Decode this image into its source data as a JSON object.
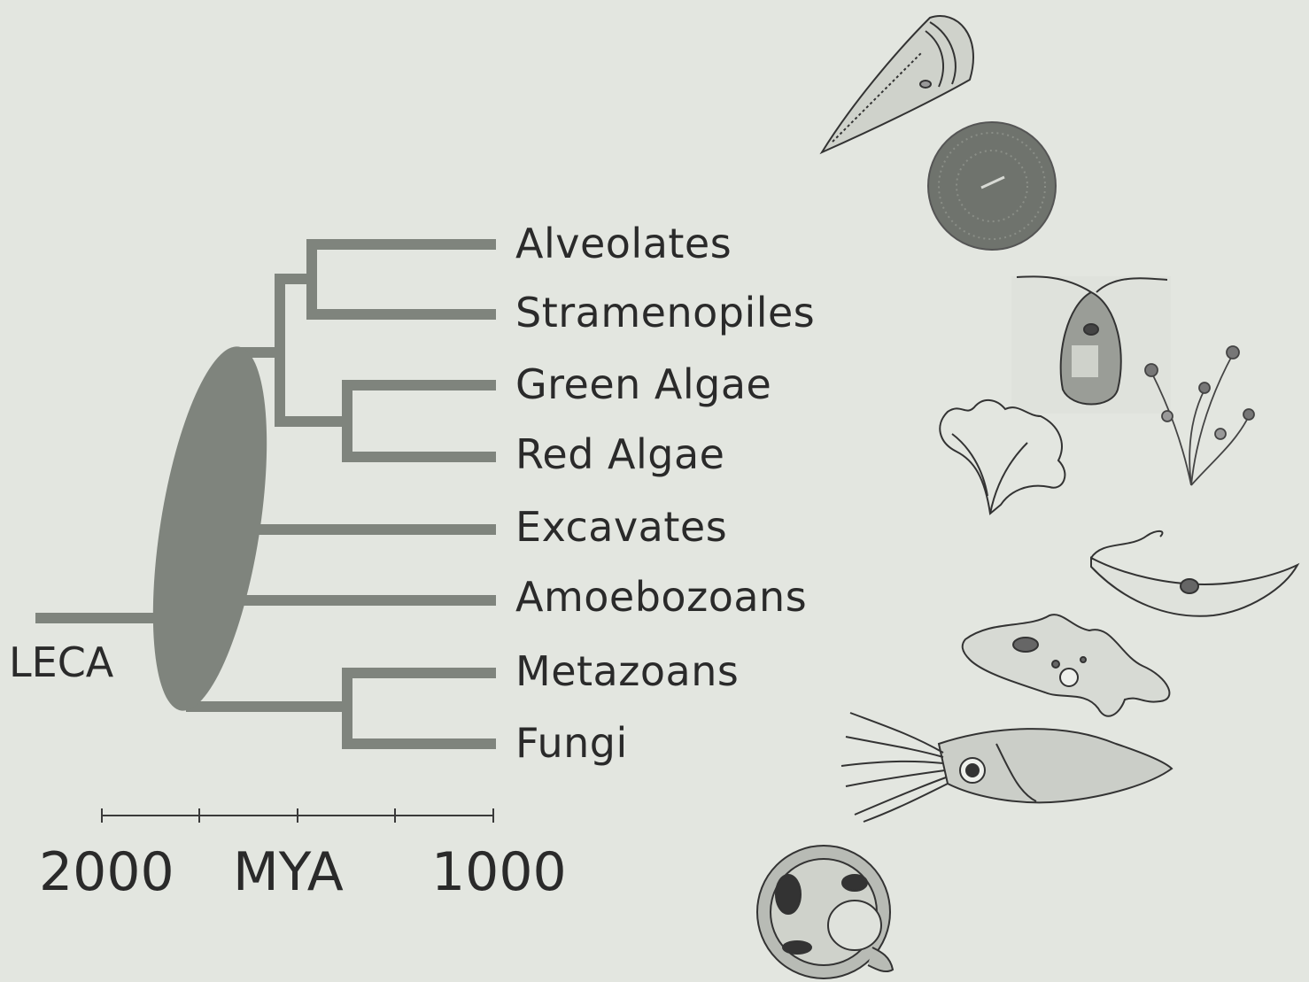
{
  "tree": {
    "root_label": "LECA",
    "taxa": [
      {
        "name": "Alveolates"
      },
      {
        "name": "Stramenopiles"
      },
      {
        "name": "Green Algae"
      },
      {
        "name": "Red Algae"
      },
      {
        "name": "Excavates"
      },
      {
        "name": "Amoebozoans"
      },
      {
        "name": "Metazoans"
      },
      {
        "name": "Fungi"
      }
    ],
    "branch_color": "#7f847d"
  },
  "axis": {
    "left_label": "2000",
    "center_label": "MYA",
    "right_label": "1000"
  },
  "illustrations": [
    {
      "icon": "ciliate-icon"
    },
    {
      "icon": "diatom-icon"
    },
    {
      "icon": "flagellate-algae-icon"
    },
    {
      "icon": "red-seaweed-icon"
    },
    {
      "icon": "flowering-plant-icon"
    },
    {
      "icon": "trypanosome-icon"
    },
    {
      "icon": "amoeba-icon"
    },
    {
      "icon": "squid-icon"
    },
    {
      "icon": "yeast-cell-icon"
    }
  ]
}
